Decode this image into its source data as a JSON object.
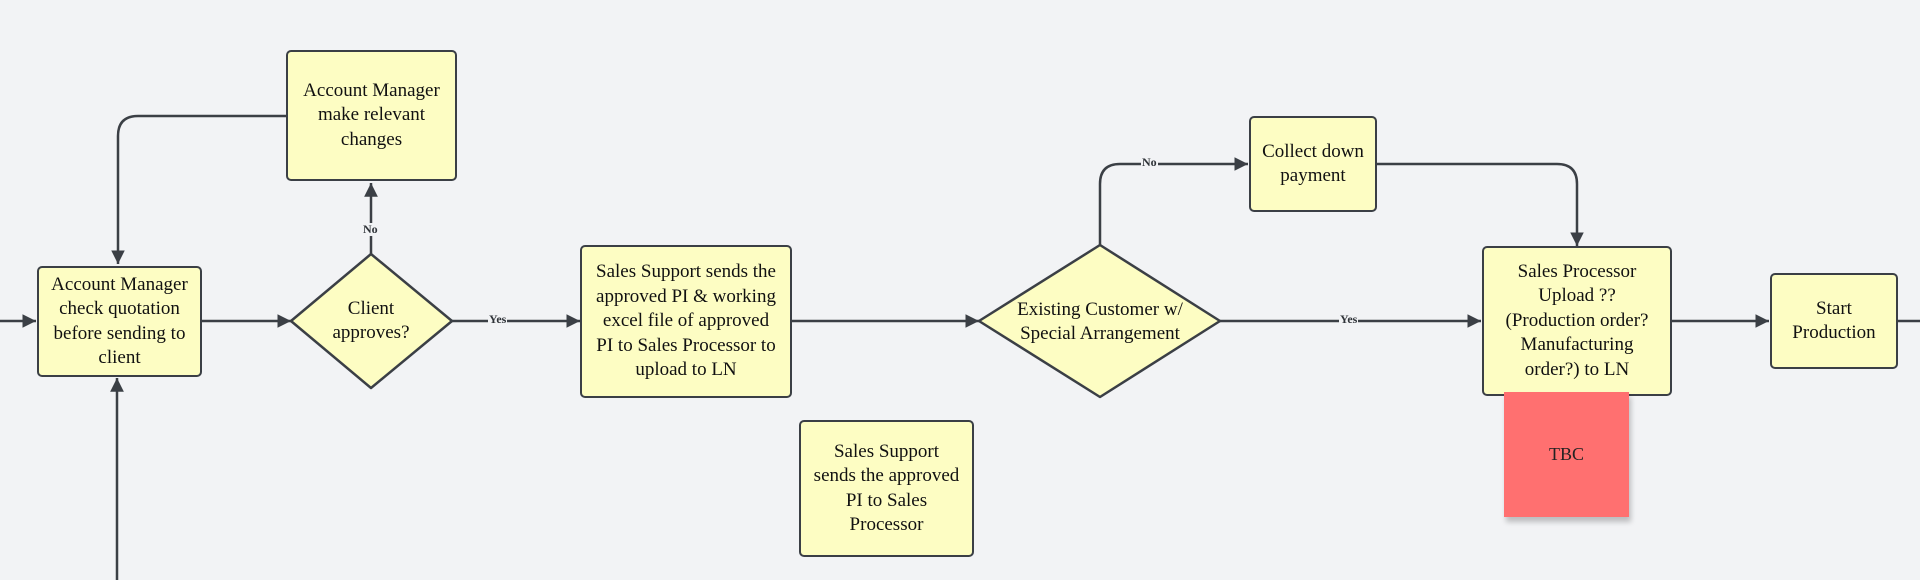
{
  "nodes": {
    "am_check": "Account Manager check quotation before sending to client",
    "am_changes": "Account Manager make relevant changes",
    "client_approves": "Client approves?",
    "ss_send_pi_excel": "Sales Support sends the approved PI & working excel file of approved PI to Sales Processor to upload to LN",
    "ss_send_pi": "Sales Support sends the approved PI to Sales Processor",
    "existing_customer": "Existing Customer w/ Special Arrangement",
    "collect_payment": "Collect down payment",
    "sp_upload": "Sales Processor Upload ?? (Production order? Manufacturing order?) to LN",
    "start_production": "Start Production"
  },
  "edge_labels": {
    "client_no": "No",
    "client_yes": "Yes",
    "existing_no": "No",
    "existing_yes": "Yes"
  },
  "sticky_note": "TBC",
  "colors": {
    "canvas": "#f2f3f5",
    "shape_fill": "#fdfdc3",
    "stroke": "#3b3f45",
    "sticky": "#ff7070"
  }
}
